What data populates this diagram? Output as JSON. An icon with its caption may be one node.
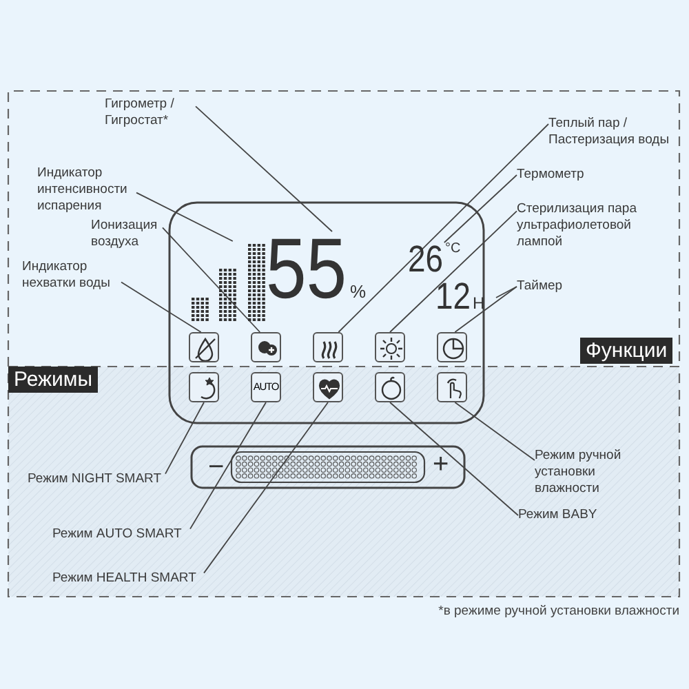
{
  "diagram": {
    "nodes": [
      {
        "text": [
          "Гигрометр / Гигростат*"
        ]
      },
      {
        "text": [
          "Индикатор интенсивности испарения"
        ]
      },
      {
        "text": [
          "Ионизация воздуха"
        ]
      },
      {
        "text": [
          "Индикатор нехватки воды"
        ]
      },
      {
        "text": [
          "Теплый пар / Пастеризация воды"
        ]
      },
      {
        "text": [
          "Термометр"
        ]
      },
      {
        "text": [
          "Стерилизация пара ультрафиолетовой лампой"
        ]
      },
      {
        "text": [
          "Таймер"
        ]
      },
      {
        "text": [
          "Режим NIGHT SMART"
        ]
      },
      {
        "text": [
          "Режим AUTO SMART"
        ]
      },
      {
        "text": [
          "Режим HEALTH SMART"
        ]
      },
      {
        "text": [
          "Режим ручной установки влажности"
        ]
      },
      {
        "text": [
          "Режим BABY"
        ]
      },
      {
        "text": [],
        "shape": "bar"
      },
      {
        "text": [
          "55",
          "%"
        ]
      },
      {
        "text": [
          "26",
          "°C"
        ]
      },
      {
        "text": [
          "12",
          "H"
        ]
      },
      {
        "text": [],
        "shape": "box"
      },
      {
        "text": [],
        "shape": "box"
      },
      {
        "text": [],
        "shape": "box"
      },
      {
        "text": [],
        "shape": "box"
      },
      {
        "text": [],
        "shape": "box"
      },
      {
        "text": [],
        "shape": "box"
      },
      {
        "text": [
          "AUTO"
        ]
      },
      {
        "text": [],
        "shape": "box"
      },
      {
        "text": [],
        "shape": "box"
      },
      {
        "text": [],
        "shape": "box"
      }
    ],
    "edges": [
      {
        "from": 0,
        "to": 14,
        "arrow": "none"
      },
      {
        "from": 1,
        "to": 13,
        "arrow": "none"
      },
      {
        "from": 2,
        "to": 18,
        "arrow": "none"
      },
      {
        "from": 3,
        "to": 17,
        "arrow": "none"
      },
      {
        "from": 4,
        "to": 19,
        "arrow": "none"
      },
      {
        "from": 5,
        "to": 15,
        "arrow": "none"
      },
      {
        "from": 6,
        "to": 20,
        "arrow": "none"
      },
      {
        "from": 7,
        "to": 16,
        "arrow": "none"
      },
      {
        "from": 7,
        "to": 21,
        "arrow": "none"
      },
      {
        "from": 8,
        "to": 22,
        "arrow": "none"
      },
      {
        "from": 9,
        "to": 23,
        "arrow": "none"
      },
      {
        "from": 10,
        "to": 24,
        "arrow": "none"
      },
      {
        "from": 11,
        "to": 26,
        "arrow": "none"
      },
      {
        "from": 12,
        "to": 25,
        "arrow": "none"
      }
    ],
    "labels": [
      "Функции",
      "Режимы",
      "−",
      "+",
      "*в режиме ручной установки влажности"
    ]
  }
}
